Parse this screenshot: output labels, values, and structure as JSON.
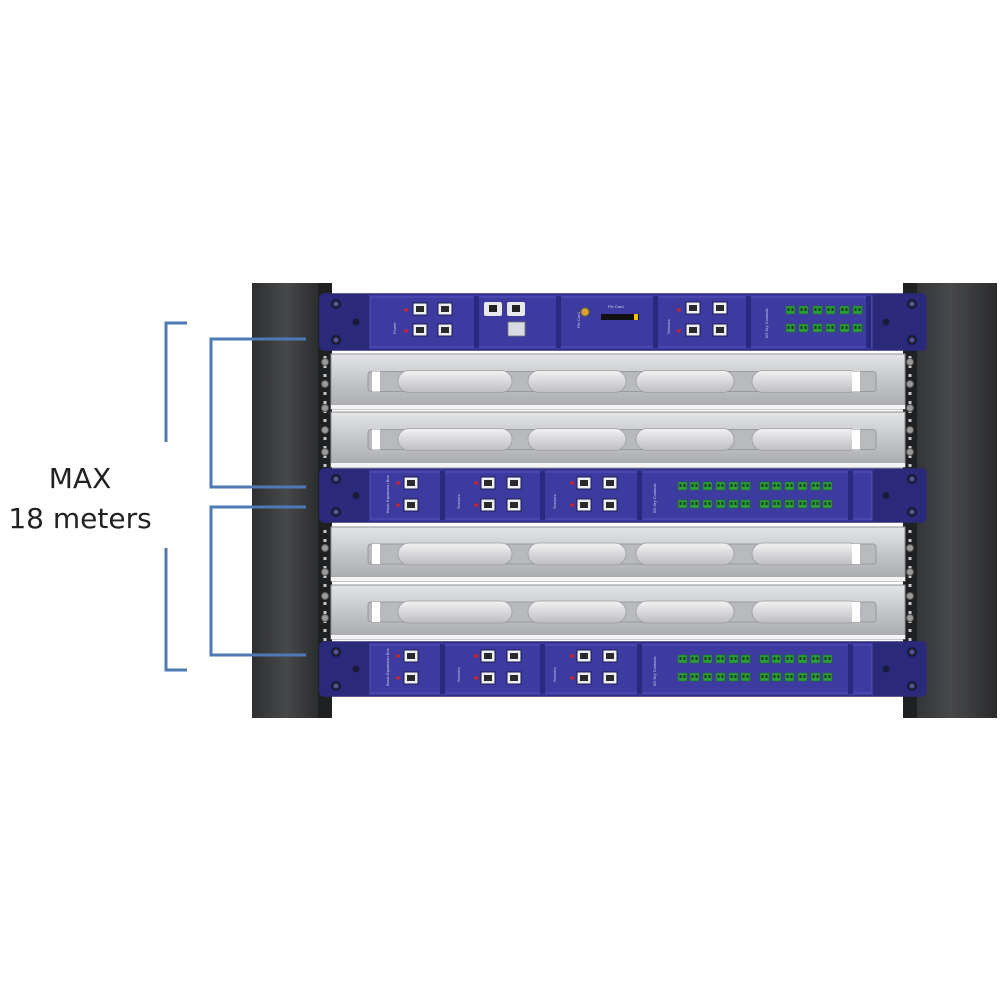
{
  "distance_label": {
    "line1": "MAX",
    "line2": "18 meters"
  },
  "colors": {
    "rack_post": "#3a3b3c",
    "module_blue": "#3d3aa0",
    "module_dark": "#2b2a7a",
    "bracket_line": "#4e79b6",
    "shelf_silver": "#c9cacc",
    "terminal_green": "#2f9b3f",
    "led_red": "#e02020"
  },
  "units": [
    {
      "kind": "main",
      "labels": [
        "Power",
        "Sensors",
        "Pin Card",
        "I/O Dry Contacts"
      ]
    },
    {
      "kind": "shelf"
    },
    {
      "kind": "shelf"
    },
    {
      "kind": "expansion",
      "labels": [
        "Basic Expansion Box",
        "Sensors",
        "Sensors",
        "I/O Dry Contacts"
      ]
    },
    {
      "kind": "shelf"
    },
    {
      "kind": "shelf"
    },
    {
      "kind": "expansion",
      "labels": [
        "Basic Expansion Box",
        "Sensors",
        "Sensors",
        "I/O Dry Contacts"
      ]
    }
  ]
}
